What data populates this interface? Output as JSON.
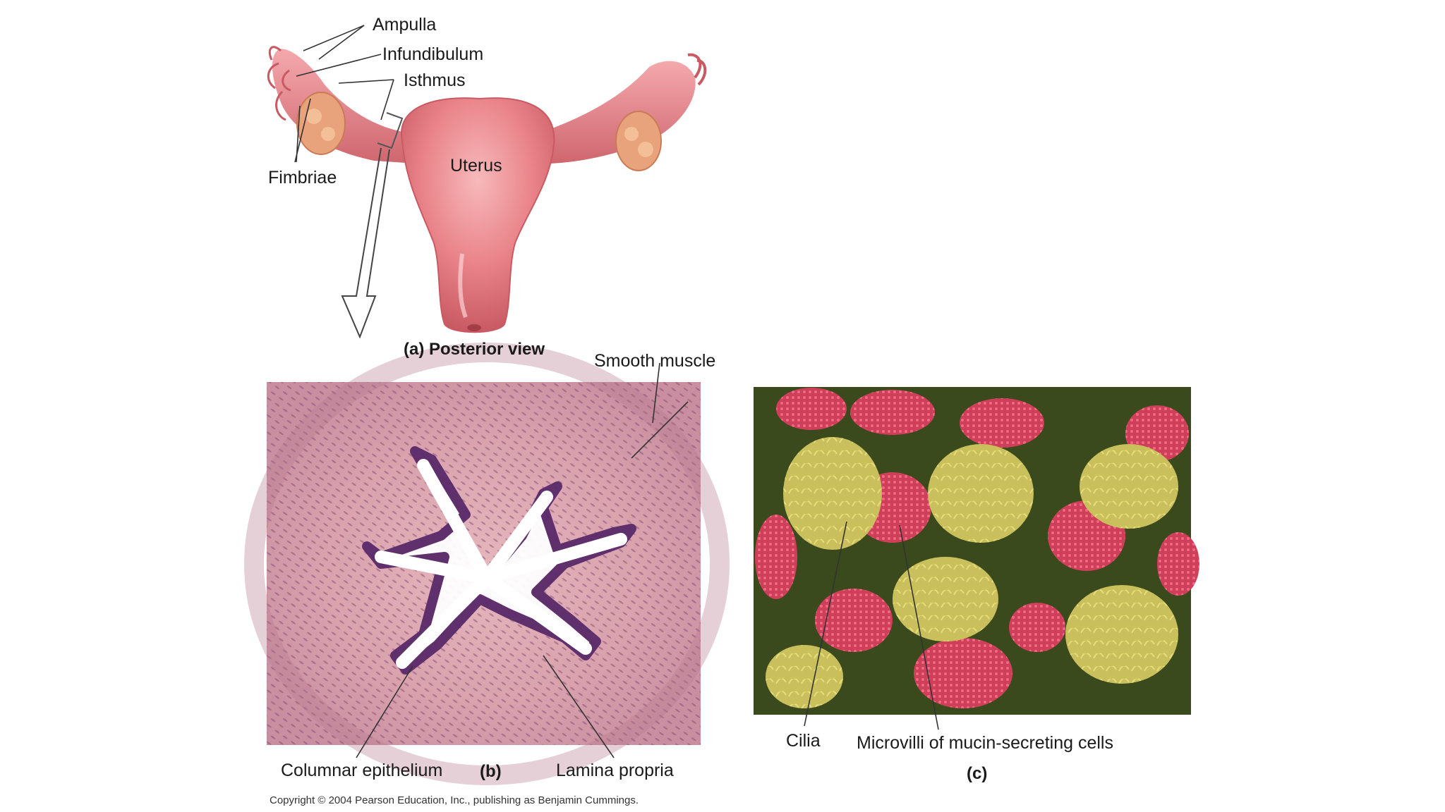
{
  "labels": {
    "ampulla": "Ampulla",
    "infundibulum": "Infundibulum",
    "isthmus": "Isthmus",
    "fimbriae": "Fimbriae",
    "uterus": "Uterus",
    "smooth_muscle": "Smooth muscle",
    "columnar_epithelium": "Columnar epithelium",
    "lamina_propria": "Lamina propria",
    "cilia": "Cilia",
    "microvilli": "Microvilli of mucin-secreting cells"
  },
  "captions": {
    "a": "(a) Posterior view",
    "b": "(b)",
    "c": "(c)"
  },
  "copyright": "Copyright © 2004 Pearson Education, Inc., publishing as Benjamin Cummings.",
  "colors": {
    "tissue_pink": "#e9848a",
    "tissue_dark": "#c95a63",
    "ovary": "#e8a37c",
    "histo_bg": "#d9a7b0",
    "sem_bg": "#3a4a1c",
    "cilia_yellow": "#d9cf6a",
    "cell_red": "#d2435d"
  }
}
